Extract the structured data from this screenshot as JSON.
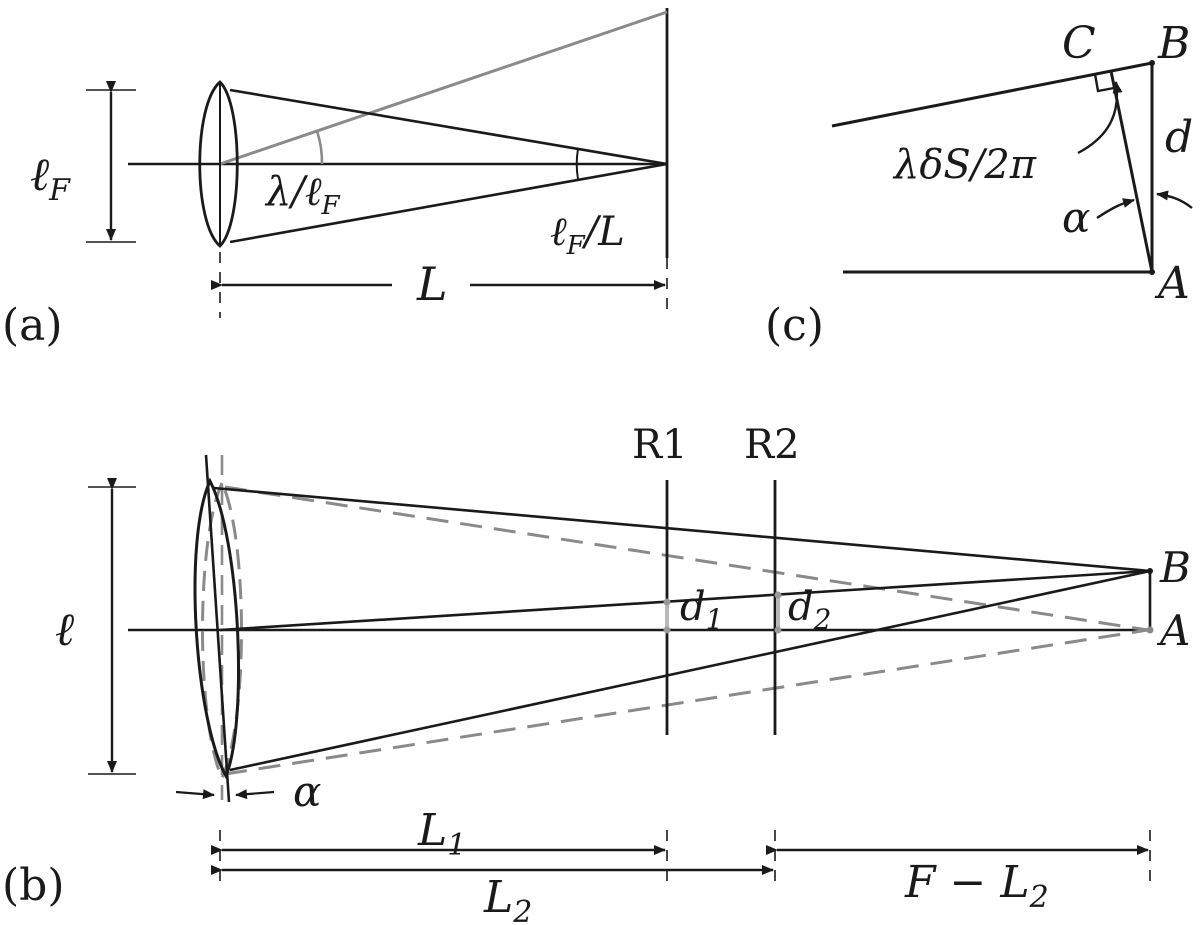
{
  "panel_a": {
    "tag": "(a)",
    "aperture_label": "ℓ",
    "aperture_sub": "F",
    "angle_label_main": "λ/ℓ",
    "angle_label_sub": "F",
    "focal_angle_main": "ℓ",
    "focal_angle_sub": "F",
    "focal_angle_tail": "/L",
    "distance_label": "L"
  },
  "panel_b": {
    "tag": "(b)",
    "aperture_label": "ℓ",
    "r1_label": "R1",
    "r2_label": "R2",
    "d1_main": "d",
    "d1_sub": "1",
    "d2_main": "d",
    "d2_sub": "2",
    "point_b": "B",
    "point_a": "A",
    "tilt_label": "α",
    "l1_main": "L",
    "l1_sub": "1",
    "l2_main": "L",
    "l2_sub": "2",
    "remaining_main": "F − L",
    "remaining_sub": "2"
  },
  "panel_c": {
    "tag": "(c)",
    "point_c": "C",
    "point_b": "B",
    "point_a": "A",
    "separation_label": "d",
    "path_label": "λδS/2π",
    "angle_label": "α"
  }
}
